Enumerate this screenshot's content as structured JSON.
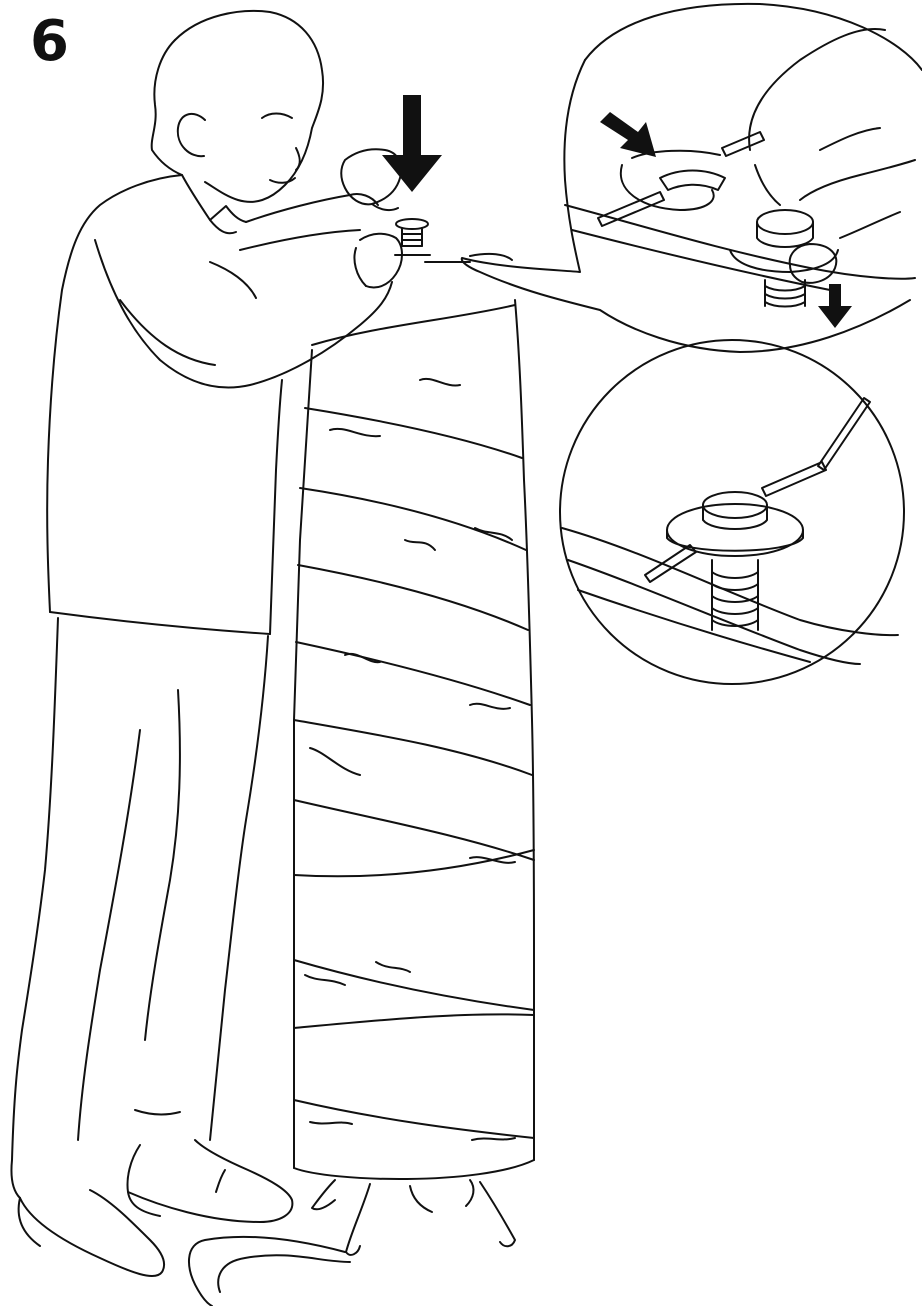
{
  "step": {
    "number": "6"
  },
  "colors": {
    "ink": "#111111",
    "paper": "#ffffff"
  },
  "illustration": {
    "subject": "person-fastening-screw-on-paper-floor-lamp",
    "icons": [
      "down-arrow-icon",
      "diagonal-arrow-icon",
      "small-down-arrow-icon"
    ],
    "insets": [
      "detail-inset-before",
      "detail-inset-after"
    ]
  }
}
